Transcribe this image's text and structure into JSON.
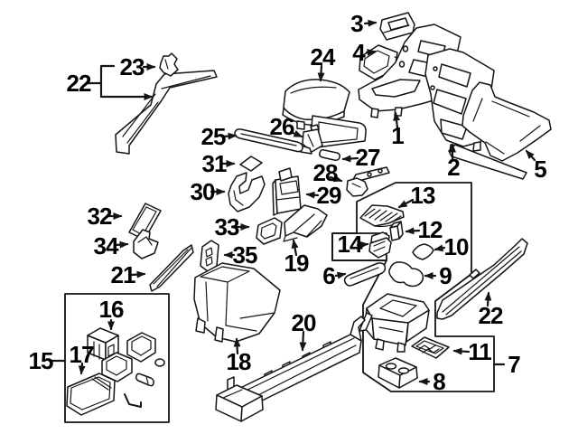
{
  "diagram": {
    "background_color": "#ffffff",
    "line_color": "#141414",
    "label_color": "#000000",
    "labels": [
      {
        "id": "1",
        "text": "1"
      },
      {
        "id": "2",
        "text": "2"
      },
      {
        "id": "3",
        "text": "3"
      },
      {
        "id": "4",
        "text": "4"
      },
      {
        "id": "5",
        "text": "5"
      },
      {
        "id": "6",
        "text": "6"
      },
      {
        "id": "7",
        "text": "7"
      },
      {
        "id": "8",
        "text": "8"
      },
      {
        "id": "9",
        "text": "9"
      },
      {
        "id": "10",
        "text": "10"
      },
      {
        "id": "11",
        "text": "11"
      },
      {
        "id": "12",
        "text": "12"
      },
      {
        "id": "13",
        "text": "13"
      },
      {
        "id": "14",
        "text": "14"
      },
      {
        "id": "15",
        "text": "15"
      },
      {
        "id": "16",
        "text": "16"
      },
      {
        "id": "17",
        "text": "17"
      },
      {
        "id": "18",
        "text": "18"
      },
      {
        "id": "19",
        "text": "19"
      },
      {
        "id": "20",
        "text": "20"
      },
      {
        "id": "21",
        "text": "21"
      },
      {
        "id": "22-left",
        "text": "22"
      },
      {
        "id": "22-right",
        "text": "22"
      },
      {
        "id": "23",
        "text": "23"
      },
      {
        "id": "24",
        "text": "24"
      },
      {
        "id": "25",
        "text": "25"
      },
      {
        "id": "26",
        "text": "26"
      },
      {
        "id": "27",
        "text": "27"
      },
      {
        "id": "28",
        "text": "28"
      },
      {
        "id": "29",
        "text": "29"
      },
      {
        "id": "30",
        "text": "30"
      },
      {
        "id": "31",
        "text": "31"
      },
      {
        "id": "32",
        "text": "32"
      },
      {
        "id": "33",
        "text": "33"
      },
      {
        "id": "34",
        "text": "34"
      },
      {
        "id": "35",
        "text": "35"
      }
    ]
  }
}
